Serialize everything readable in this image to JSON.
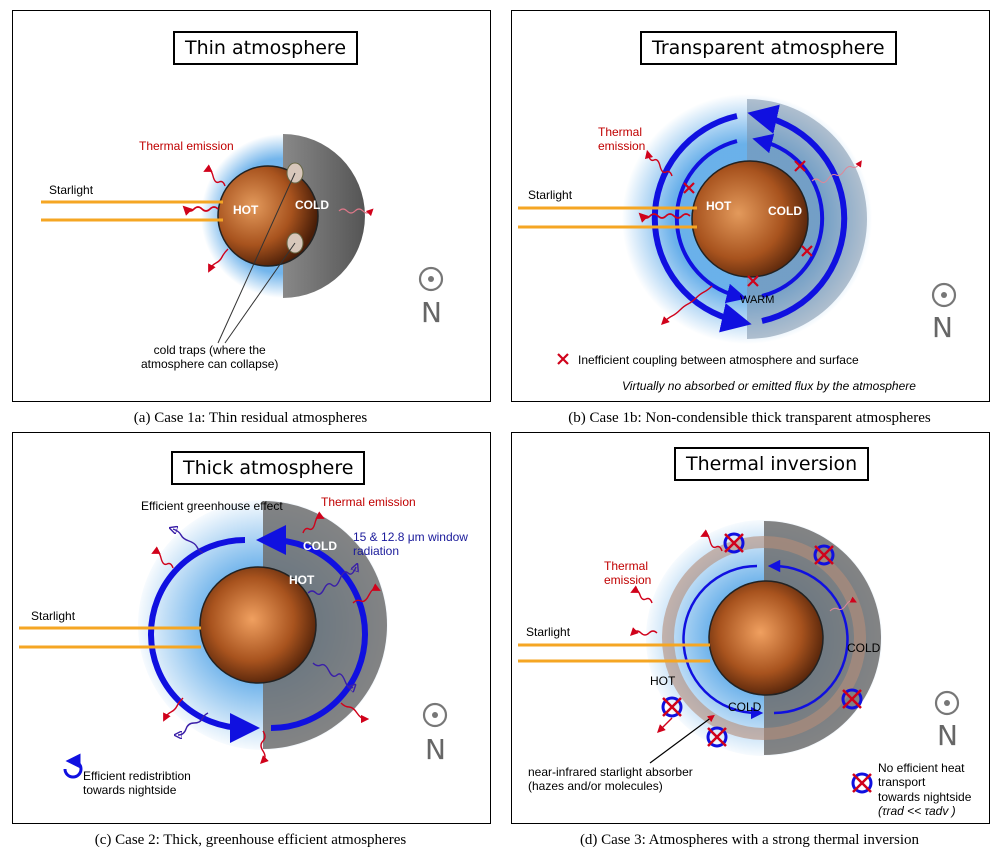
{
  "panels": {
    "a": {
      "title": "Thin atmosphere",
      "thermal": "Thermal emission",
      "starlight": "Starlight",
      "hot": "HOT",
      "cold": "COLD",
      "coldtraps_line1": "cold traps (where the",
      "coldtraps_line2": "atmosphere can collapse)",
      "north": "N",
      "caption": "(a) Case 1a: Thin residual atmospheres"
    },
    "b": {
      "title": "Transparent atmosphere",
      "thermal_line1": "Thermal",
      "thermal_line2": "emission",
      "starlight": "Starlight",
      "hot": "HOT",
      "cold": "COLD",
      "warm": "WARM",
      "legend": "Inefficient coupling between atmosphere and surface",
      "note": "Virtually no absorbed or emitted flux by the atmosphere",
      "north": "N",
      "caption": "(b) Case 1b: Non-condensible thick transparent atmospheres"
    },
    "c": {
      "title": "Thick atmosphere",
      "greenhouse": "Efficient greenhouse effect",
      "thermal": "Thermal emission",
      "window_line1": "15 & 12.8 μm window",
      "window_line2": "radiation",
      "cold": "COLD",
      "hot": "HOT",
      "starlight": "Starlight",
      "legend_line1": "Efficient redistribtion",
      "legend_line2": "towards nightside",
      "north": "N",
      "caption": "(c) Case 2: Thick, greenhouse efficient atmospheres"
    },
    "d": {
      "title": "Thermal inversion",
      "thermal_line1": "Thermal",
      "thermal_line2": "emission",
      "starlight": "Starlight",
      "hot": "HOT",
      "cold_right": "COLD",
      "cold_inner": "COLD",
      "absorber_line1": "near-infrared starlight absorber",
      "absorber_line2": "(hazes and/or molecules)",
      "legend_line1": "No efficient heat",
      "legend_line2": "transport",
      "legend_line3": "towards nightside",
      "legend_line4": "(τrad << τadv )",
      "north": "N",
      "caption": "(d) Case 3: Atmospheres with a strong thermal inversion"
    }
  },
  "colors": {
    "starlight": "#f5a623",
    "thermal": "#d0021b",
    "window": "#3a1fa8",
    "circulation": "#1010e0",
    "planet": "#b85a24",
    "atmosphere": "#5aa8e8"
  }
}
